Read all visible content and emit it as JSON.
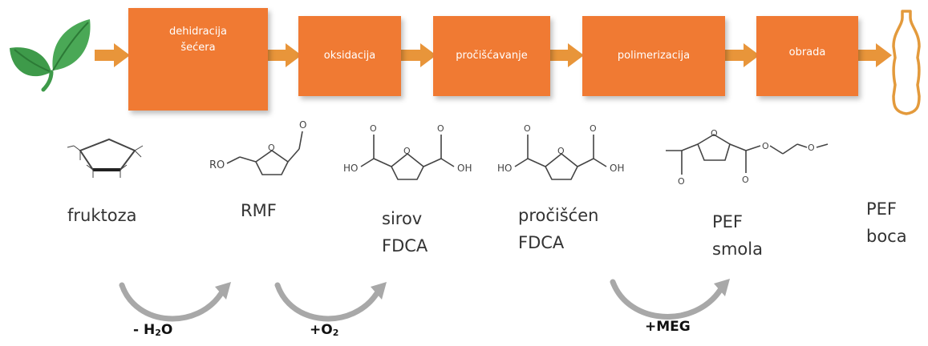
{
  "stages": [
    {
      "line1": "dehidracija",
      "line2": "šećera"
    },
    {
      "line1": "oksidacija",
      "line2": ""
    },
    {
      "line1": "pročišćavanje",
      "line2": ""
    },
    {
      "line1": "polimerizacija",
      "line2": ""
    },
    {
      "line1": "obrada",
      "line2": ""
    }
  ],
  "products": [
    {
      "line1": "fruktoza",
      "line2": ""
    },
    {
      "line1": "RMF",
      "line2": ""
    },
    {
      "line1": "sirov",
      "line2": "FDCA"
    },
    {
      "line1": "pročišćen",
      "line2": "FDCA"
    },
    {
      "line1": "PEF",
      "line2": "smola"
    },
    {
      "line1": "PEF",
      "line2": "boca"
    }
  ],
  "reactions": [
    {
      "prefix": "- H",
      "sub": "2",
      "suffix": "O"
    },
    {
      "prefix": "+O",
      "sub": "2",
      "suffix": ""
    },
    {
      "prefix": "+MEG",
      "sub": "",
      "suffix": ""
    }
  ],
  "molecule_labels": {
    "ro": "RO",
    "o": "O",
    "ho": "HO",
    "oh": "OH"
  },
  "colors": {
    "stage_fill": "#f07a33",
    "flow_arrow": "#e8953a",
    "leaf": "#3e9a4a",
    "bottle": "#e39a3c",
    "curved_arrow": "#a8a8a8"
  },
  "icons": [
    "leaf-icon",
    "bottle-icon",
    "curved-arrow-icon"
  ]
}
